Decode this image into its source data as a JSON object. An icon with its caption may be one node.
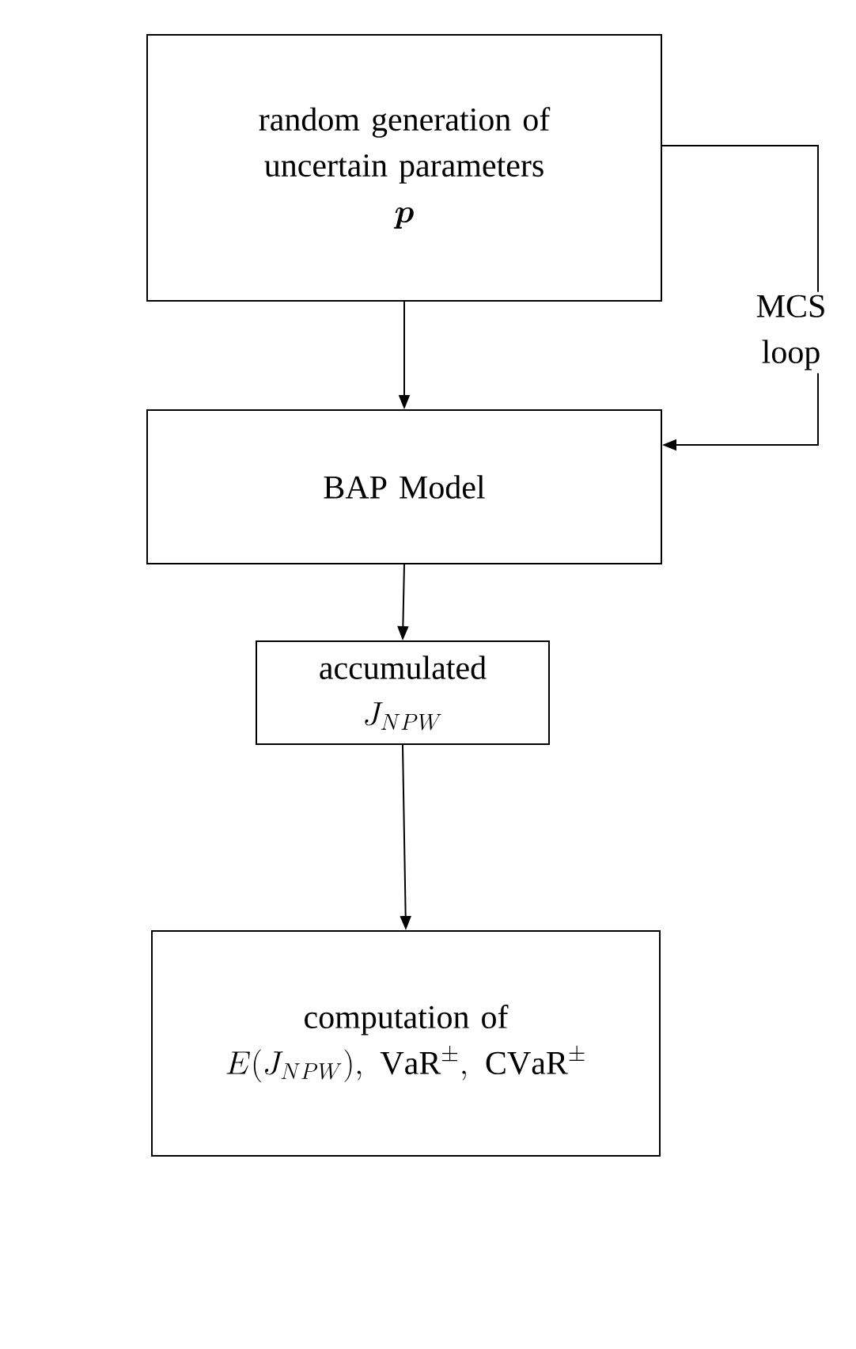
{
  "diagram": {
    "nodes": [
      {
        "text": [
          "random generation of uncertain parameters",
          "\\boldsymbol{p}"
        ]
      },
      {
        "text": [
          "BAP Model"
        ]
      },
      {
        "text": [
          "accumulated",
          "J_{NPW}"
        ]
      },
      {
        "text": [
          "computation of",
          "E(J_{NPW}),\\ \\mathrm{VaR}^{\\pm},\\ \\mathrm{CVaR}^{\\pm}"
        ]
      }
    ],
    "edges": [
      {
        "from": 0,
        "to": 1,
        "arrow": "to"
      },
      {
        "from": 1,
        "to": 2,
        "arrow": "to"
      },
      {
        "from": 2,
        "to": 3,
        "arrow": "to"
      },
      {
        "from": 0,
        "to": 1,
        "arrow": "to",
        "label": "MCS loop"
      }
    ]
  }
}
